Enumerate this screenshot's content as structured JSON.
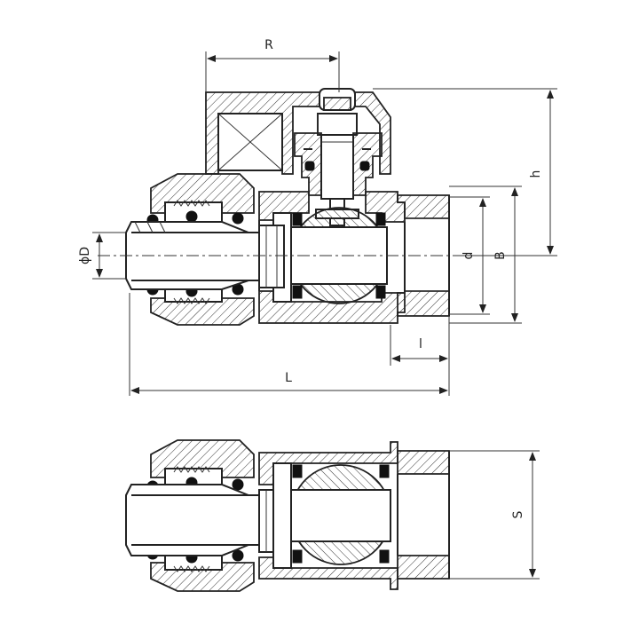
{
  "dimensions": {
    "R": "R",
    "h": "h",
    "B": "B",
    "d": "d",
    "phiD": "ϕD",
    "l": "l",
    "L": "L",
    "S": "S"
  },
  "colors": {
    "line": "#222222",
    "background": "#ffffff"
  }
}
